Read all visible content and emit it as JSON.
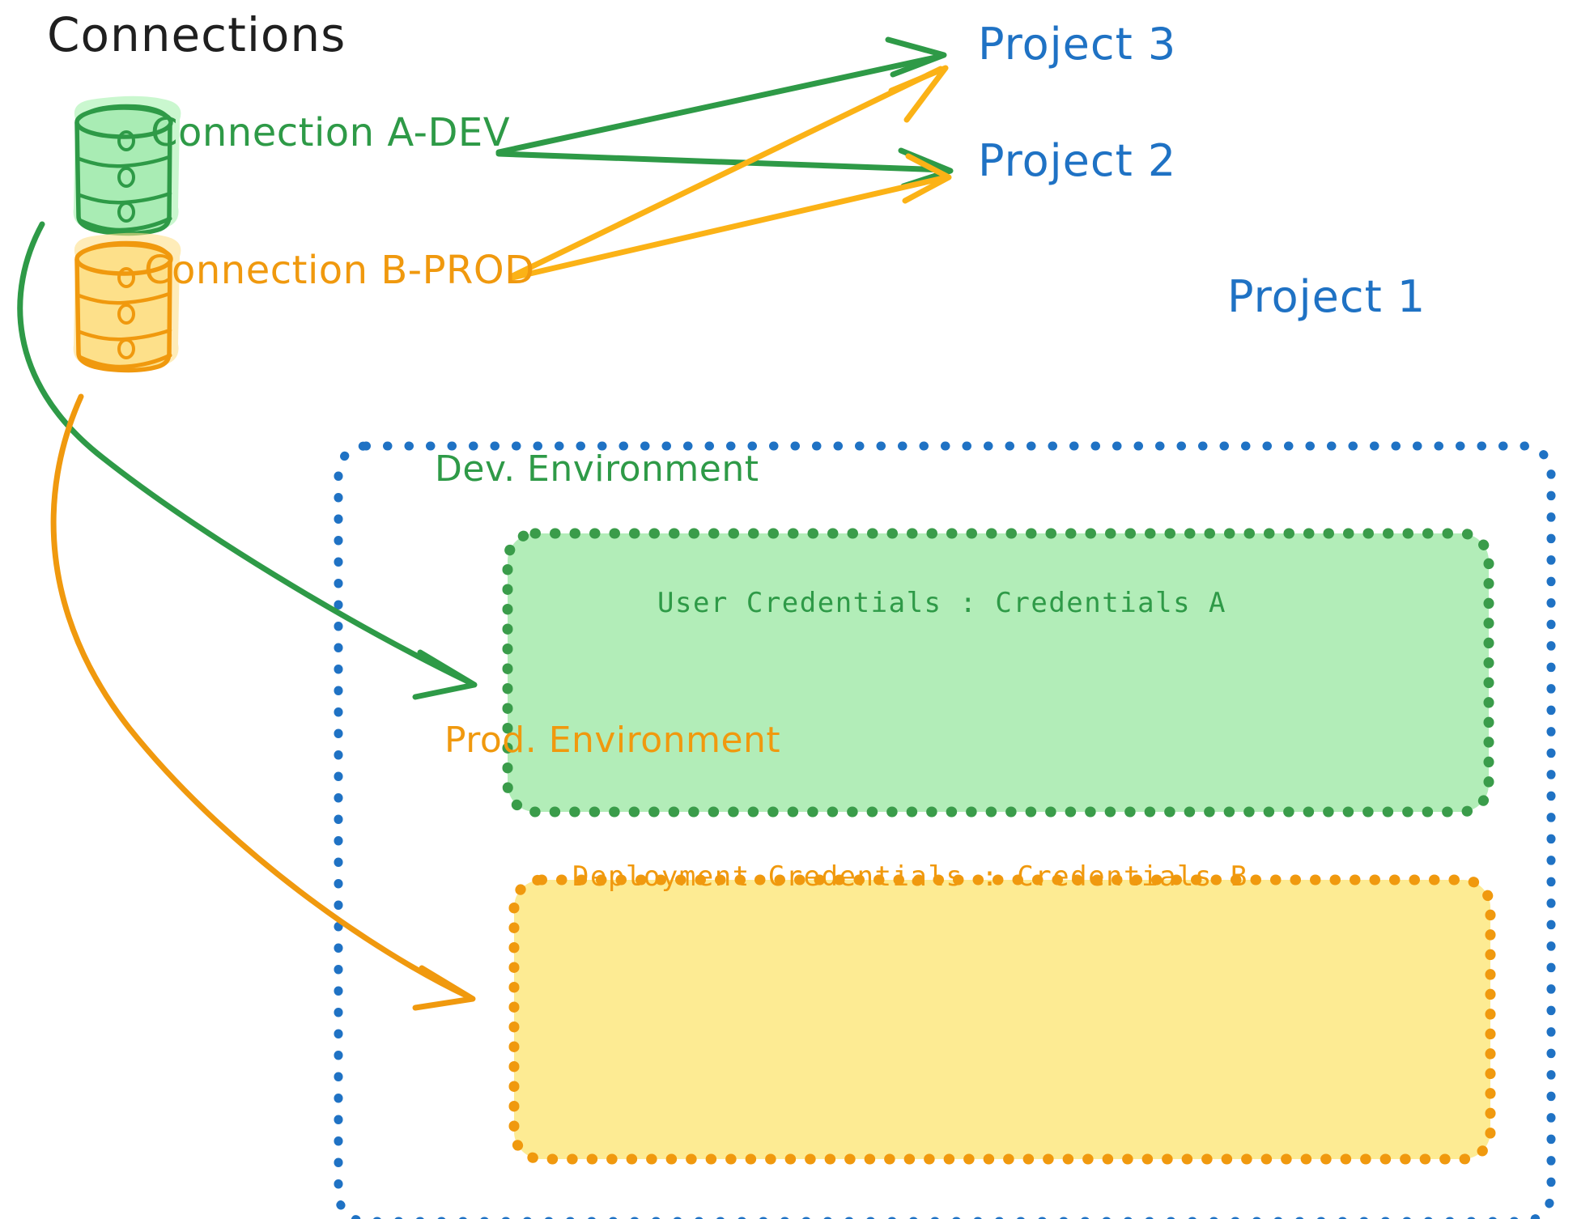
{
  "diagram": {
    "title": "Connections",
    "connections": [
      {
        "id": "a",
        "label": "Connection A-DEV",
        "color": "#2e9a47",
        "icon": "database-icon",
        "fill": "#a9ecb4"
      },
      {
        "id": "b",
        "label": "Connection B-PROD",
        "color": "#f0990e",
        "icon": "database-icon",
        "fill": "#fde08a"
      }
    ],
    "projects": [
      {
        "id": "p3",
        "label": "Project 3",
        "color": "#1f72c4"
      },
      {
        "id": "p2",
        "label": "Project 2",
        "color": "#1f72c4"
      },
      {
        "id": "p1",
        "label": "Project 1",
        "color": "#1f72c4"
      }
    ],
    "project_1_box": {
      "border_color": "#1f72c4",
      "border_style": "dotted",
      "environments": [
        {
          "id": "dev",
          "title": "Dev. Environment",
          "credential_label": "User Credentials",
          "credential_value": "Credentials A",
          "credential_text": "User Credentials : Credentials A",
          "color": "#2e9a47",
          "fill": "#b2edb8"
        },
        {
          "id": "prod",
          "title": "Prod. Environment",
          "credential_label": "Deployment Credentials",
          "credential_value": "Credentials B",
          "credential_text": "Deployment Credentials : Credentials B",
          "color": "#f0990e",
          "fill": "#fdeb93"
        }
      ]
    },
    "edges": [
      {
        "id": "a-to-p3",
        "from": "Connection A-DEV",
        "to": "Project 3",
        "color": "#2e9a47"
      },
      {
        "id": "a-to-p2",
        "from": "Connection A-DEV",
        "to": "Project 2",
        "color": "#2e9a47"
      },
      {
        "id": "a-to-dev",
        "from": "Connection A-DEV",
        "to": "Dev. Environment",
        "color": "#2e9a47"
      },
      {
        "id": "b-to-p3",
        "from": "Connection B-PROD",
        "to": "Project 3",
        "color": "#f0990e"
      },
      {
        "id": "b-to-p2",
        "from": "Connection B-PROD",
        "to": "Project 2",
        "color": "#f0990e"
      },
      {
        "id": "b-to-prod",
        "from": "Connection B-PROD",
        "to": "Prod. Environment",
        "color": "#f0990e"
      }
    ]
  }
}
